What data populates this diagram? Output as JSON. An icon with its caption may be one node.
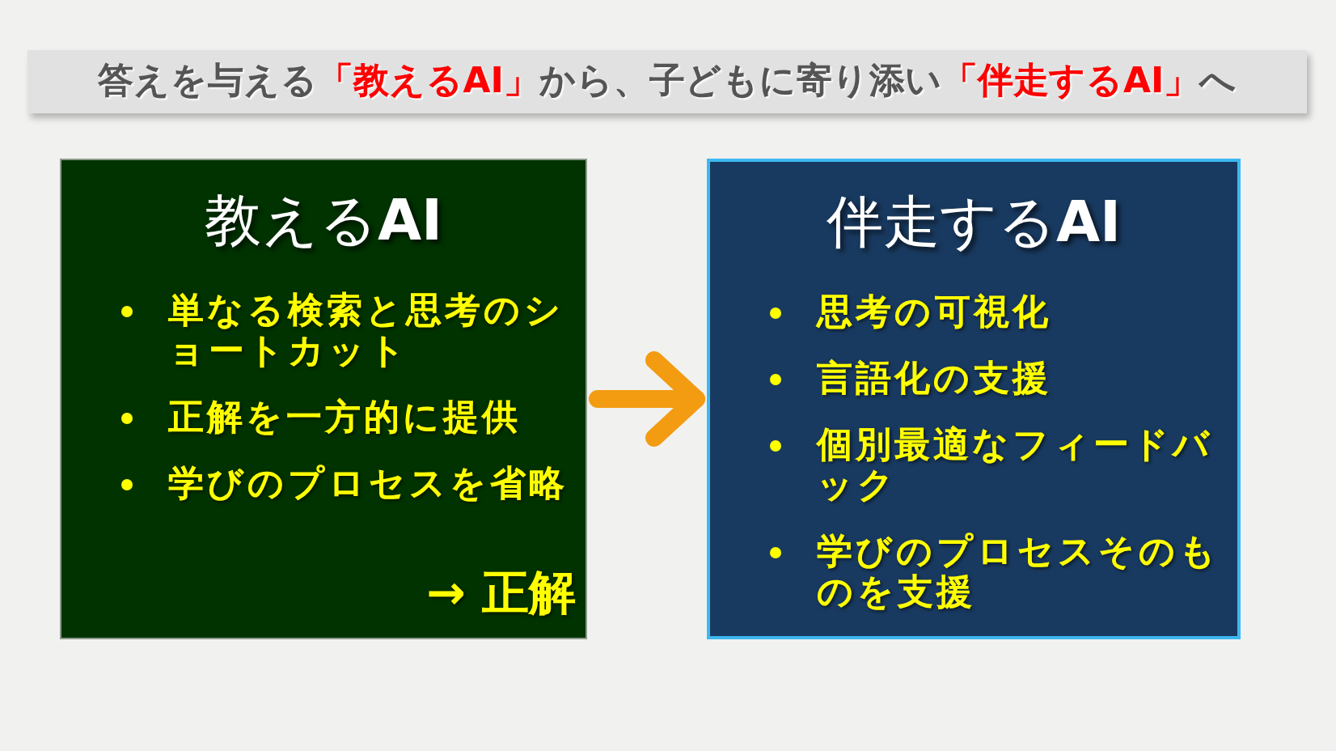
{
  "diagram": {
    "title": "答えを与える**「教えるAI」**から、子どもに寄り添い**「伴走するAI」**へ",
    "nodes": [
      {
        "text": [
          "教える**AI**",
          "単なる検索と思考のショートカット",
          "正解を一方的に提供",
          "学びのプロセスを省略",
          "→ 正解"
        ]
      },
      {
        "text": [
          "伴走する**AI**",
          "思考の可視化",
          "言語化の支援",
          "個別最適なフィードバック",
          "学びのプロセスそのものを支援"
        ]
      }
    ],
    "edges": [
      {
        "from": 0,
        "to": 1,
        "arrow": "to",
        "color": "#f39c12"
      }
    ]
  }
}
